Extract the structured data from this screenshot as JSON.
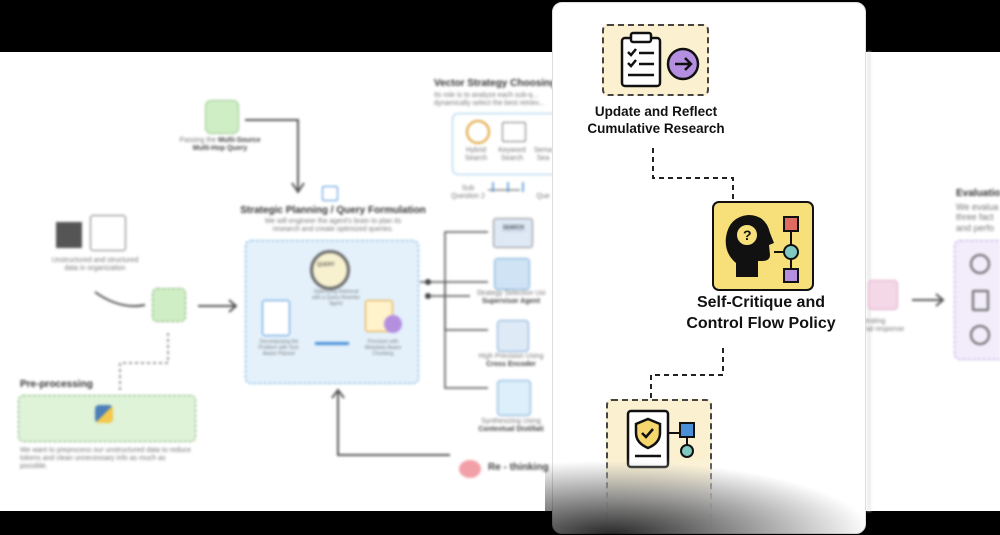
{
  "left": {
    "passing_label_pre": "Passing the",
    "passing_label_bold": "Multi-Source",
    "passing_label_line2": "Multi-Hop Query",
    "unstructured_label": "Unstructured and structured data in organization",
    "preprocessing_title": "Pre-processing",
    "preprocessing_desc": "We want to preprocess our unstructured data to reduce tokens and clean unnecessary info as much as possible.",
    "planning_title": "Strategic Planning / Query Formulation",
    "planning_desc": "We will engineer the agent's brain to plan its research and create optimized queries.",
    "optimizing_label": "Optimizing Retrieval with a Query Rewriter Agent",
    "decomposing_label": "Decomposing the Problem with Tool-Aware Planner",
    "precision_label": "Precision with Metadata-Aware Chunking",
    "vector_title": "Vector Strategy Choosing",
    "vector_desc": "Its role is to analyze each sub-q... dynamically select the best retriev...",
    "hybrid_label": "Hybrid Search",
    "keyword_label": "Keyword Search",
    "semantic_label": "Sema Sea",
    "subq2_label": "Sub Question 2",
    "subq_label": "Que",
    "strategy_label": "Strategy Selection Usi",
    "supervisor_label": "Supervisor Agent",
    "high_precision_label": "High Precision Using",
    "cross_encoder_label": "Cross Encoder",
    "synth_label": "Synthesizing Using",
    "contextual_label": "Contextual Distillati",
    "rethinking_label": "Re - thinking",
    "search_chip": "SEARCH",
    "query_chip": "QUERY"
  },
  "card": {
    "update_label_1": "Update and Reflect",
    "update_label_2": "Cumulative Research",
    "critique_label_1": "Self-Critique and",
    "critique_label_2": "Control Flow Policy"
  },
  "right": {
    "generating_label_1": "erating",
    "generating_label_2": "nal response",
    "eval_title": "Evaluatio",
    "eval_desc_1": "We evalua",
    "eval_desc_2": "three fact",
    "eval_desc_3": "and perfo"
  },
  "colors": {
    "accent_yellow": "#f5d76e",
    "accent_purple": "#b48fe0",
    "accent_teal": "#7fc9c0",
    "accent_red": "#e06b63",
    "planning_bg": "#e4f1fb",
    "preprocessing_bg": "#dff3d8"
  }
}
